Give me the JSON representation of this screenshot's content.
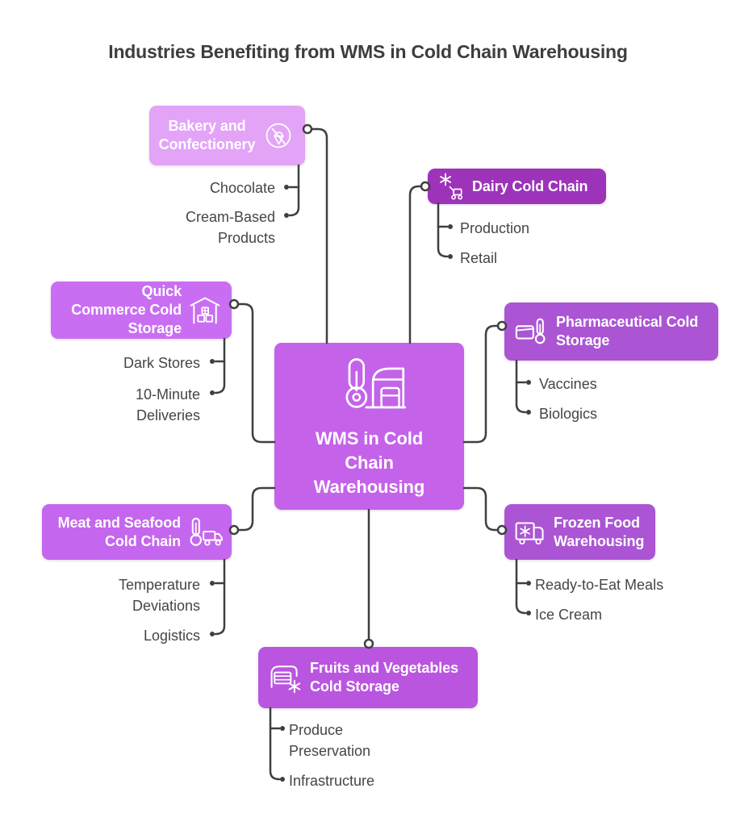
{
  "title": "Industries Benefiting from WMS in Cold Chain Warehousing",
  "center": {
    "label": "WMS in Cold Chain Warehousing",
    "icon": "thermometer-warehouse-icon",
    "color": "#c463ea"
  },
  "branches": [
    {
      "label": "Bakery and Confectionery",
      "icon": "ice-cream-icon",
      "color": "#e3a4f8",
      "children": [
        "Chocolate",
        "Cream-Based Products"
      ]
    },
    {
      "label": "Dairy Cold Chain",
      "icon": "snowflake-trolley-icon",
      "color": "#9d33b8",
      "children": [
        "Production",
        "Retail"
      ]
    },
    {
      "label": "Quick Commerce Cold Storage",
      "icon": "warehouse-boxes-icon",
      "color": "#c96ef2",
      "children": [
        "Dark Stores",
        "10-Minute Deliveries"
      ]
    },
    {
      "label": "Pharmaceutical Cold Storage",
      "icon": "cooler-box-thermometer-icon",
      "color": "#ab55d4",
      "children": [
        "Vaccines",
        "Biologics"
      ]
    },
    {
      "label": "Meat and Seafood Cold Chain",
      "icon": "thermometer-truck-icon",
      "color": "#c566ee",
      "children": [
        "Temperature Deviations",
        "Logistics"
      ]
    },
    {
      "label": "Frozen Food Warehousing",
      "icon": "freezer-truck-icon",
      "color": "#ab55d4",
      "children": [
        "Ready-to-Eat Meals",
        "Ice Cream"
      ]
    },
    {
      "label": "Fruits and Vegetables Cold Storage",
      "icon": "warehouse-snowflake-icon",
      "color": "#ba55e0",
      "children": [
        "Produce Preservation",
        "Infrastructure"
      ]
    }
  ],
  "colors": {
    "background": "#ffffff",
    "connector_line": "#3f3f3f",
    "connector_dot": "#3f3f3f",
    "title_text": "#3d3d3d",
    "child_text": "#454545",
    "node_text": "#ffffff"
  }
}
